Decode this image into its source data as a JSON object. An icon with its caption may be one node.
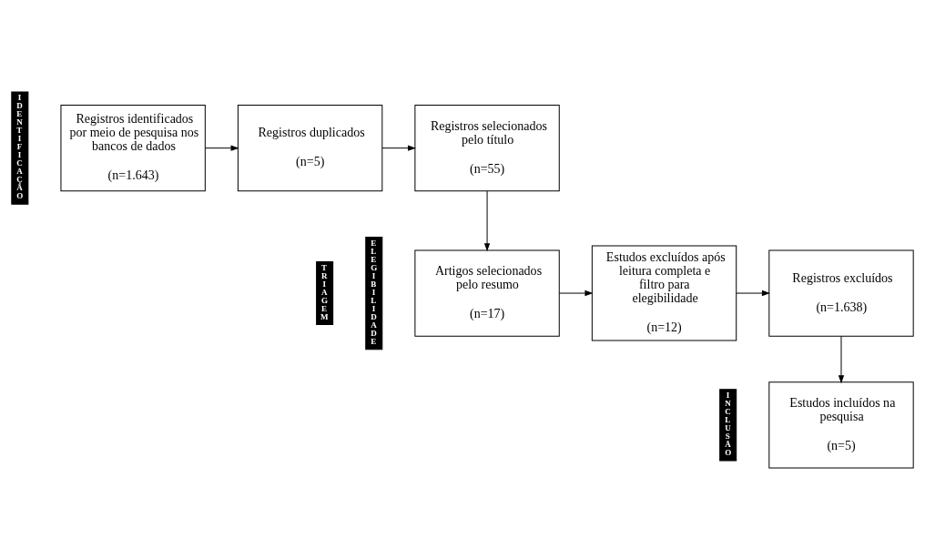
{
  "diagram": {
    "nodes": [
      {
        "text": [
          "IDENTIFICAÇÃO"
        ]
      },
      {
        "text": [
          "TRIAGEM"
        ]
      },
      {
        "text": [
          "ELEGIBILIDADE"
        ]
      },
      {
        "text": [
          "INCLUSÃO"
        ]
      },
      {
        "text": [
          "Registros identificados por meio de pesquisa nos bancos de dados",
          "(n=1.643)"
        ]
      },
      {
        "text": [
          "Registros duplicados",
          "(n=5)"
        ]
      },
      {
        "text": [
          "Registros selecionados pelo título",
          "(n=55)"
        ]
      },
      {
        "text": [
          "Artigos selecionados pelo resumo",
          "(n=17)"
        ]
      },
      {
        "text": [
          "Estudos excluídos após leitura completa e filtro para elegibilidade",
          "(n=12)"
        ]
      },
      {
        "text": [
          "Registros excluídos",
          "(n=1.638)"
        ]
      },
      {
        "text": [
          "Estudos incluídos na pesquisa",
          "(n=5)"
        ]
      }
    ],
    "edges": [
      {
        "from": 4,
        "to": 5,
        "arrow": "to"
      },
      {
        "from": 5,
        "to": 6,
        "arrow": "to"
      },
      {
        "from": 6,
        "to": 7,
        "arrow": "to"
      },
      {
        "from": 7,
        "to": 8,
        "arrow": "to"
      },
      {
        "from": 8,
        "to": 9,
        "arrow": "to"
      },
      {
        "from": 9,
        "to": 10,
        "arrow": "to"
      }
    ]
  }
}
